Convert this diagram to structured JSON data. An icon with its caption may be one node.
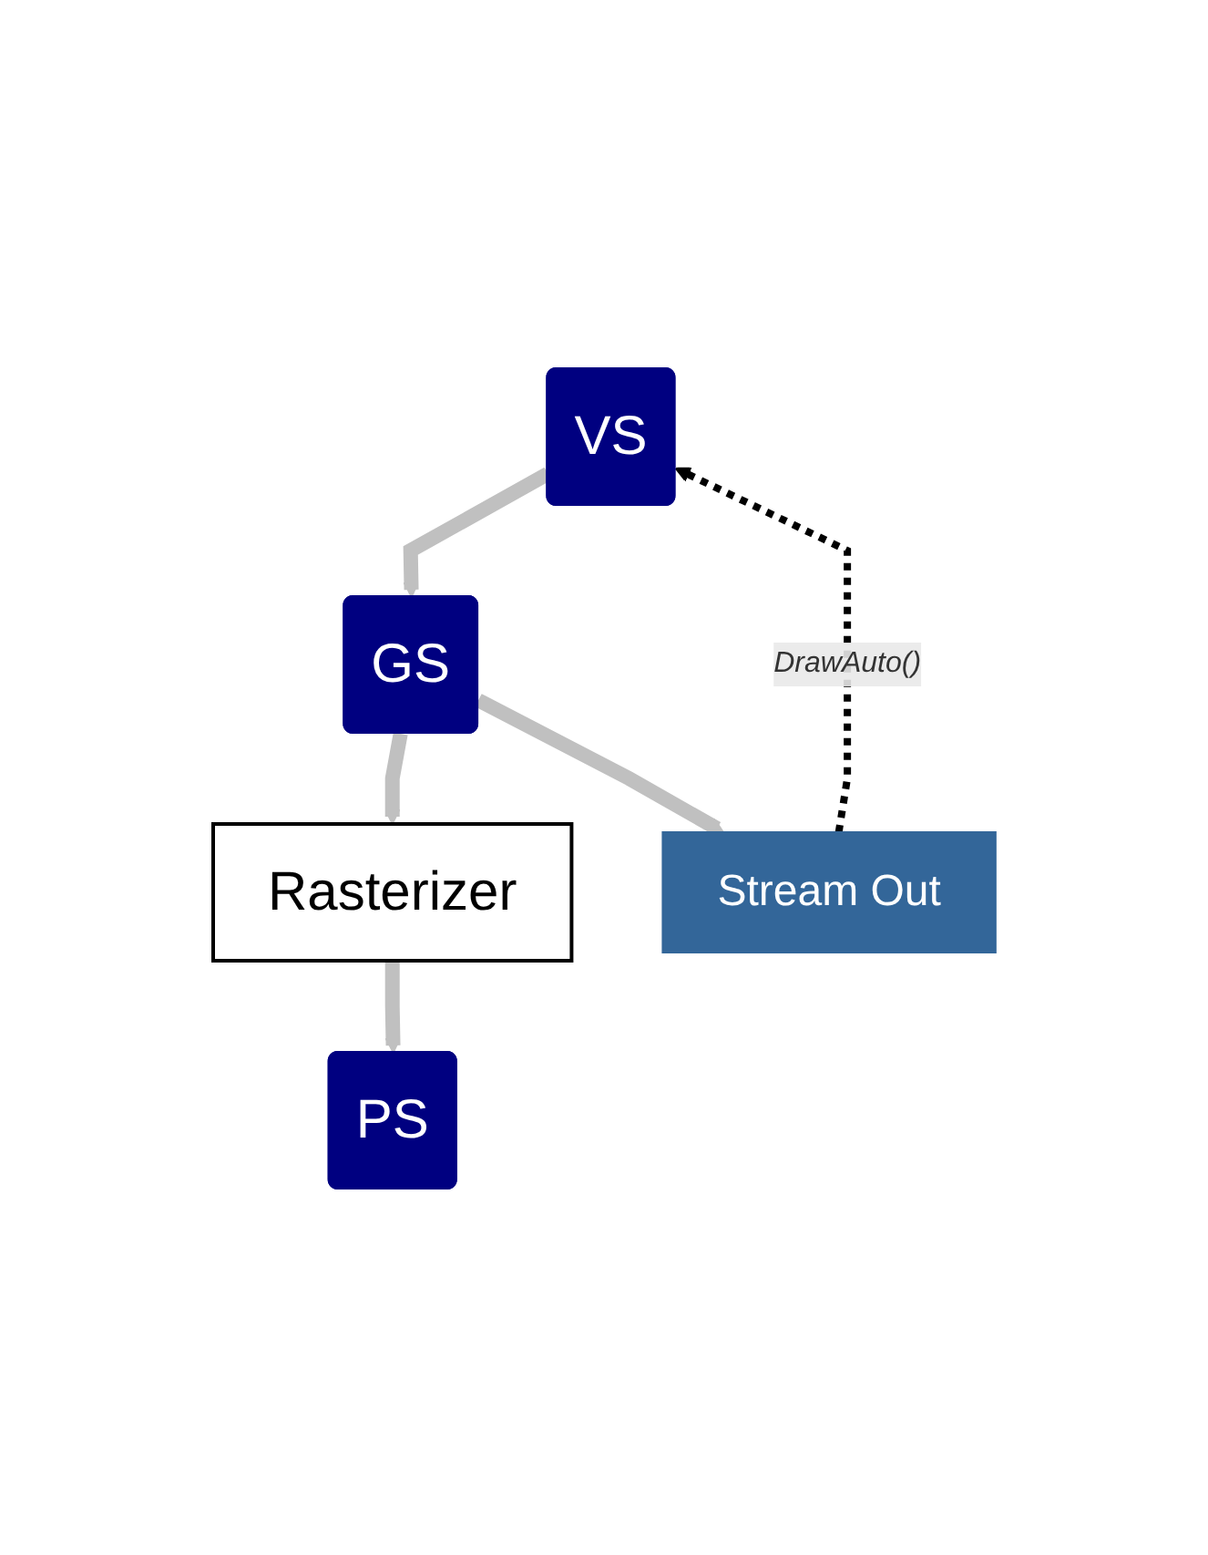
{
  "diagram": {
    "nodes": [
      {
        "text": [
          "VS"
        ]
      },
      {
        "text": [
          "GS"
        ]
      },
      {
        "text": [
          "Stream Out"
        ]
      },
      {
        "text": [
          "Rasterizer"
        ]
      },
      {
        "text": [
          "PS"
        ]
      }
    ],
    "edges": [
      {
        "from": 0,
        "to": 1,
        "arrow": "to"
      },
      {
        "from": 1,
        "to": 3,
        "arrow": "to"
      },
      {
        "from": 1,
        "to": 2,
        "arrow": "to"
      },
      {
        "from": 3,
        "to": 4,
        "arrow": "to"
      },
      {
        "from": 2,
        "to": 0,
        "arrow": "to",
        "label": "DrawAuto()",
        "style": "dashed",
        "color": "#000000"
      }
    ]
  }
}
